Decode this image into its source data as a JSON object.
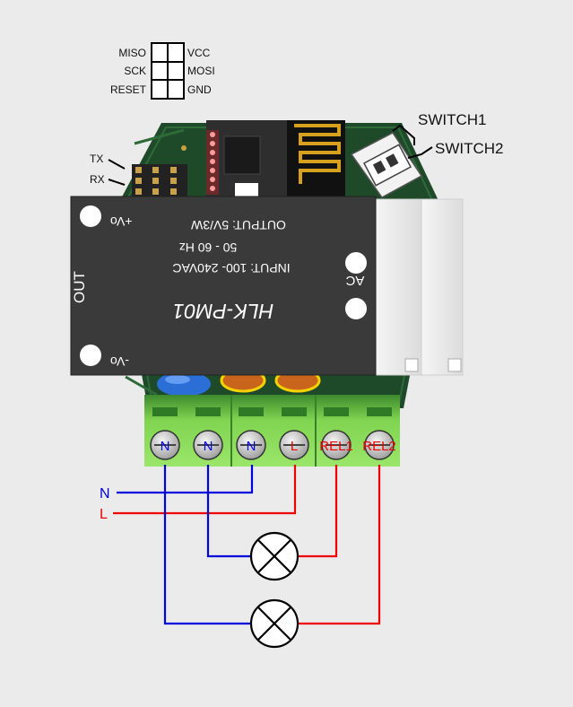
{
  "isp_header": {
    "left_labels": [
      "MISO",
      "SCK",
      "RESET"
    ],
    "right_labels": [
      "VCC",
      "MOSI",
      "GND"
    ]
  },
  "uart": {
    "tx": "TX",
    "rx": "RX"
  },
  "switches": {
    "switch1": "SWITCH1",
    "switch2": "SWITCH2"
  },
  "power_module": {
    "plus_vo": "+Vo",
    "minus_vo": "-Vo",
    "output_spec": "OUTPUT: 5V/3W",
    "frequency": "50 - 60 Hz",
    "input_spec": "INPUT: 100- 240VAC",
    "model": "HLK-PM01",
    "out_label": "OUT",
    "ac_label": "AC"
  },
  "terminals": [
    "N",
    "N",
    "N",
    "L",
    "REL1",
    "REL2"
  ],
  "mains": {
    "neutral": "N",
    "live": "L"
  },
  "colors": {
    "neutral_wire": "#0000dd",
    "live_wire": "#ee0000",
    "terminal_block": "#8fe05a",
    "module": "#3a3a3a",
    "pcb": "#1f4a2a"
  }
}
